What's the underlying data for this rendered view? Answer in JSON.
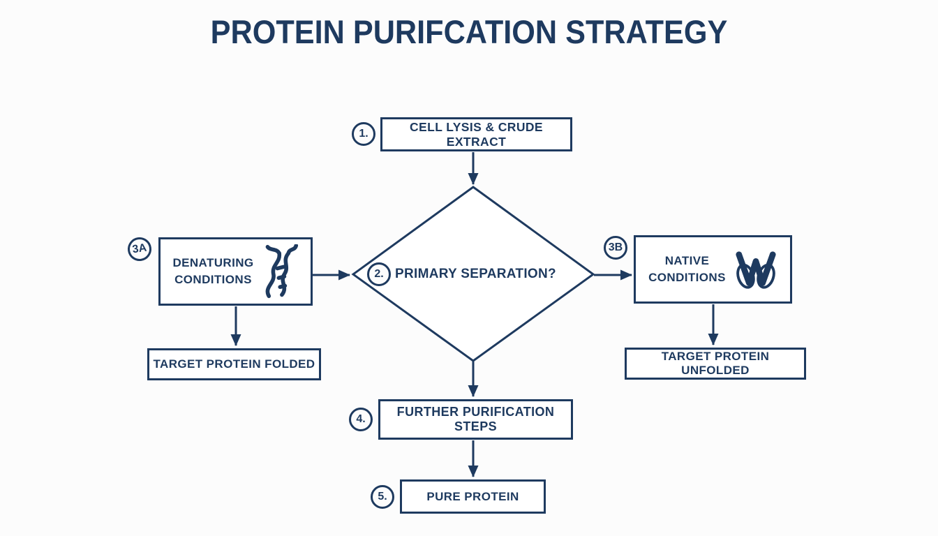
{
  "page": {
    "title": "PROTEIN PURIFCATION STRATEGY",
    "accent_color": "#1e3a5f",
    "background_color": "#fcfcfc"
  },
  "flowchart": {
    "type": "flowchart",
    "nodes": {
      "step1": {
        "number": "1.",
        "label": "CELL LYSIS & CRUDE EXTRACT",
        "shape": "rectangle"
      },
      "step2": {
        "number": "2.",
        "label": "PRIMARY SEPARATION?",
        "shape": "diamond"
      },
      "step3a": {
        "number": "3A",
        "label_line1": "DENATURING",
        "label_line2": "CONDITIONS",
        "icon": "unfolded-dna-icon",
        "shape": "rectangle"
      },
      "step3b": {
        "number": "3B",
        "label_line1": "NATIVE",
        "label_line2": "CONDITIONS",
        "icon": "folded-protein-icon",
        "shape": "rectangle"
      },
      "outcome_left": {
        "label": "TARGET PROTEIN FOLDED",
        "shape": "rectangle"
      },
      "outcome_right": {
        "label": "TARGET PROTEIN UNFOLDED",
        "shape": "rectangle"
      },
      "step4": {
        "number": "4.",
        "label": "FURTHER PURIFICATION STEPS",
        "shape": "rectangle"
      },
      "step5": {
        "number": "5.",
        "label": "PURE PROTEIN",
        "shape": "rectangle"
      }
    },
    "edges": [
      {
        "from": "step1",
        "to": "step2",
        "direction": "down"
      },
      {
        "from": "step3a",
        "to": "step2",
        "direction": "right"
      },
      {
        "from": "step2",
        "to": "step3b",
        "direction": "right"
      },
      {
        "from": "step3a",
        "to": "outcome_left",
        "direction": "down"
      },
      {
        "from": "step3b",
        "to": "outcome_right",
        "direction": "down"
      },
      {
        "from": "step2",
        "to": "step4",
        "direction": "down"
      },
      {
        "from": "step4",
        "to": "step5",
        "direction": "down"
      }
    ]
  }
}
